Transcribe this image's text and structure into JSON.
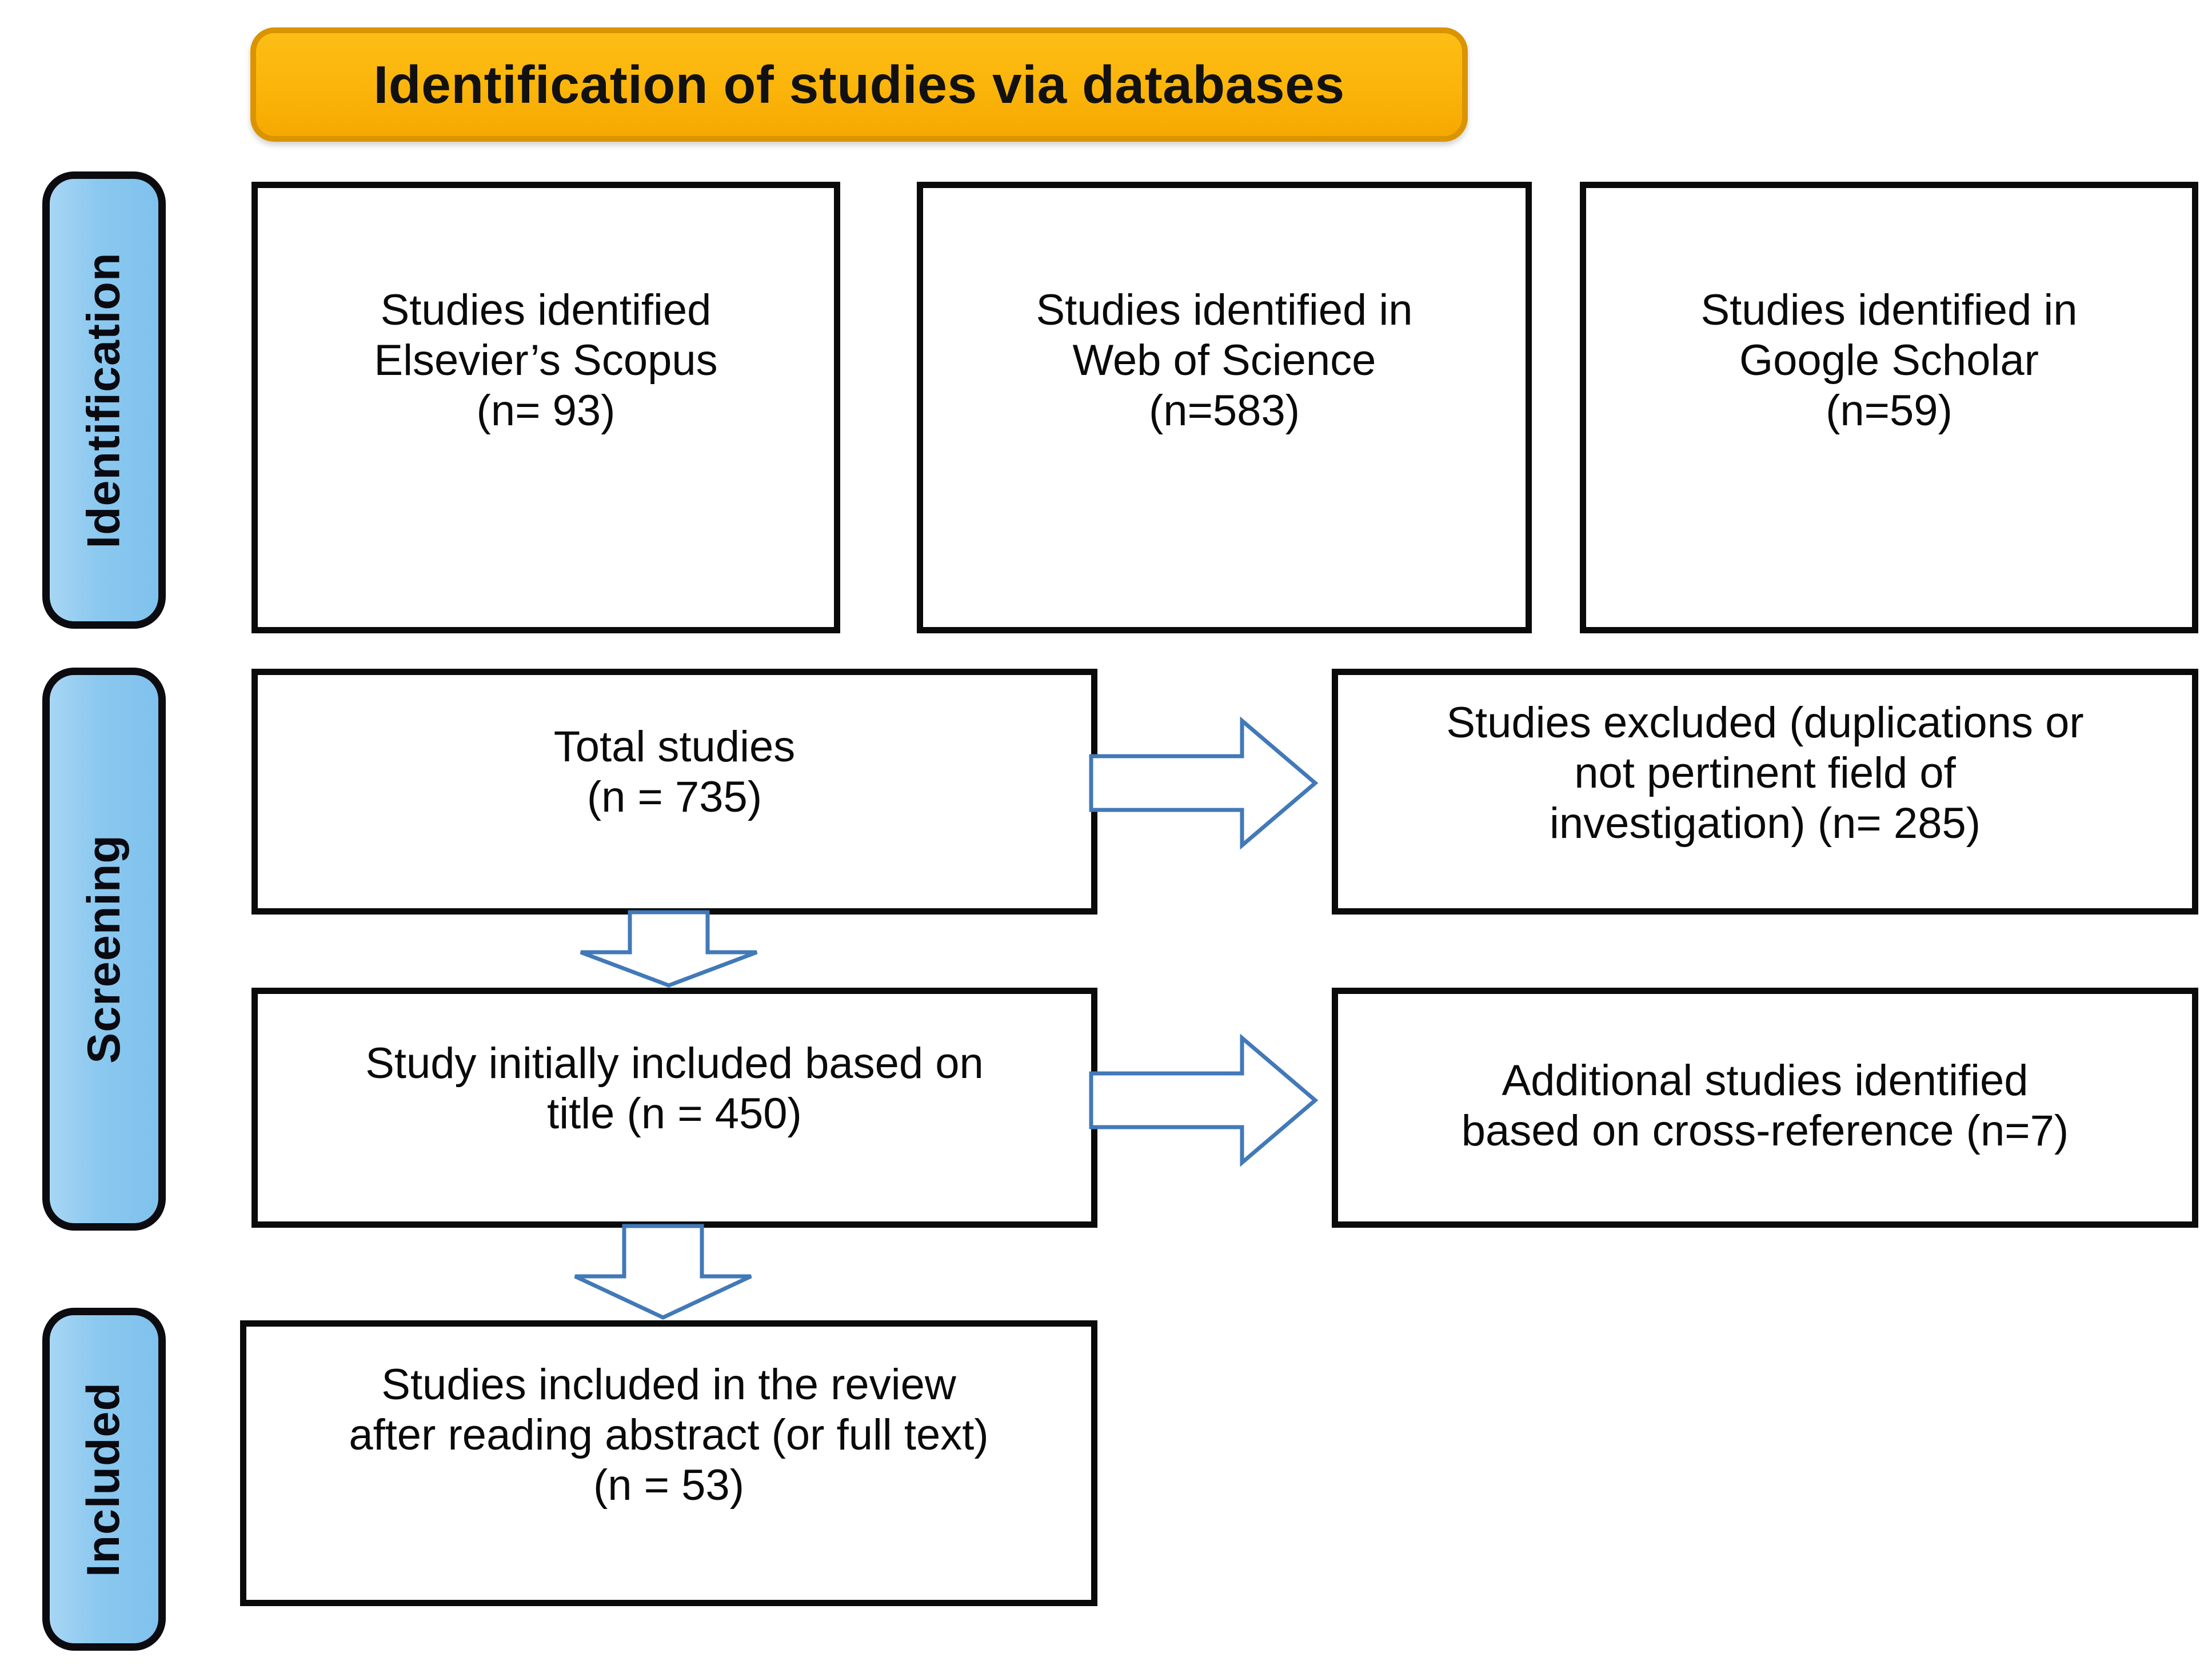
{
  "banner": {
    "title": "Identification of studies via databases",
    "fill_color": "#FBB713",
    "border_color": "#D99400"
  },
  "stages": [
    {
      "key": "identification",
      "label": "Identification",
      "fill_color": "#8FCBF0"
    },
    {
      "key": "screening",
      "label": "Screening",
      "fill_color": "#8FCBF0"
    },
    {
      "key": "included",
      "label": "Included",
      "fill_color": "#8FCBF0"
    }
  ],
  "boxes": {
    "scopus": {
      "text": "Studies identified\nElsevier’s Scopus\n(n= 93)"
    },
    "wos": {
      "text": "Studies identified in\nWeb of Science\n(n=583)"
    },
    "scholar": {
      "text": "Studies identified in\nGoogle Scholar\n(n=59)"
    },
    "total": {
      "text": "Total studies\n(n = 735)"
    },
    "excluded": {
      "text": "Studies excluded (duplications or\nnot pertinent field of\ninvestigation) (n= 285)"
    },
    "initial": {
      "text": "Study initially included based on\ntitle (n = 450)"
    },
    "additional": {
      "text": "Additional studies identified\nbased on cross-reference (n=7)"
    },
    "included": {
      "text": "Studies included in the review\nafter reading abstract (or full text)\n(n = 53)"
    }
  },
  "arrows": [
    {
      "key": "total-to-excluded",
      "direction": "right",
      "color": "#4279B8"
    },
    {
      "key": "initial-to-additional",
      "direction": "right",
      "color": "#4279B8"
    },
    {
      "key": "total-to-initial",
      "direction": "down",
      "color": "#4279B8"
    },
    {
      "key": "initial-to-included",
      "direction": "down",
      "color": "#4279B8"
    }
  ],
  "chart_data": {
    "type": "table",
    "title": "Identification of studies via databases",
    "stages": [
      "Identification",
      "Screening",
      "Included"
    ],
    "nodes": [
      {
        "stage": "Identification",
        "label": "Studies identified Elsevier’s Scopus",
        "n": 93
      },
      {
        "stage": "Identification",
        "label": "Studies identified in Web of Science",
        "n": 583
      },
      {
        "stage": "Identification",
        "label": "Studies identified in Google Scholar",
        "n": 59
      },
      {
        "stage": "Screening",
        "label": "Total studies",
        "n": 735
      },
      {
        "stage": "Screening",
        "label": "Studies excluded (duplications or not pertinent field of investigation)",
        "n": 285
      },
      {
        "stage": "Screening",
        "label": "Study initially included based on title",
        "n": 450
      },
      {
        "stage": "Screening",
        "label": "Additional studies identified based on cross-reference",
        "n": 7
      },
      {
        "stage": "Included",
        "label": "Studies included in the review after reading abstract (or full text)",
        "n": 53
      }
    ],
    "edges": [
      {
        "from": "Total studies",
        "to": "Studies excluded (duplications or not pertinent field of investigation)"
      },
      {
        "from": "Total studies",
        "to": "Study initially included based on title"
      },
      {
        "from": "Study initially included based on title",
        "to": "Additional studies identified based on cross-reference"
      },
      {
        "from": "Study initially included based on title",
        "to": "Studies included in the review after reading abstract (or full text)"
      }
    ]
  }
}
